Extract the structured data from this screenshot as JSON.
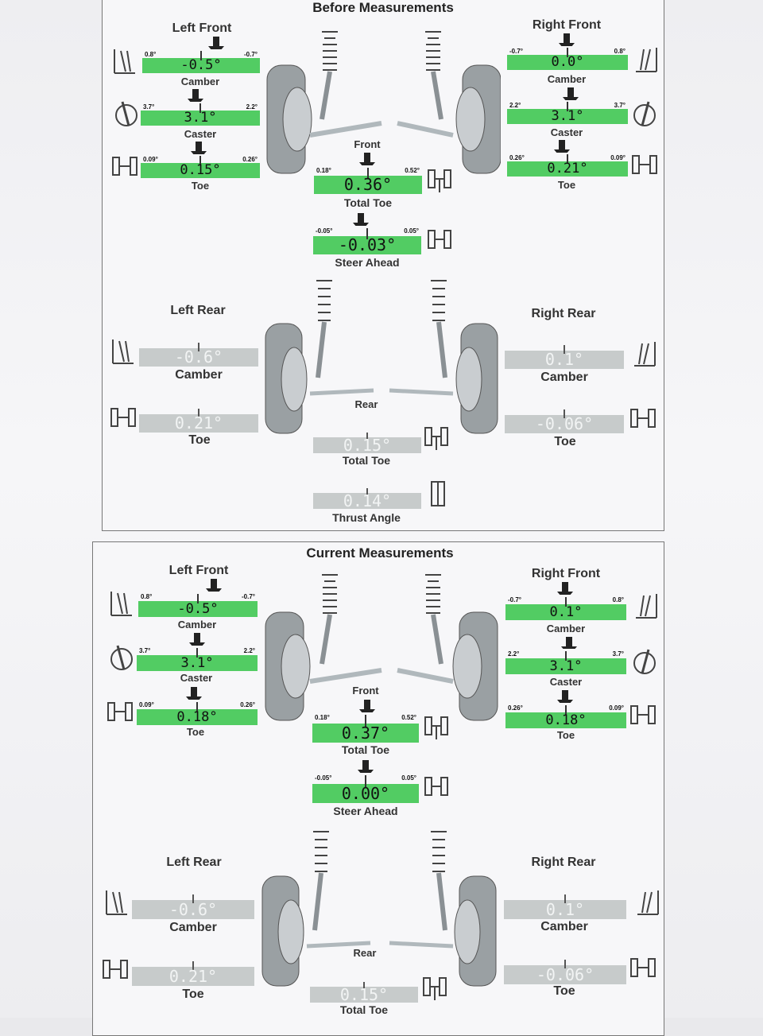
{
  "before": {
    "title": "Before Measurements",
    "left_front": {
      "label": "Left Front",
      "camber": {
        "min": "0.8°",
        "value": "-0.5°",
        "max": "-0.7°",
        "caption": "Camber"
      },
      "caster": {
        "min": "3.7°",
        "value": "3.1°",
        "max": "2.2°",
        "caption": "Caster"
      },
      "toe": {
        "min": "0.09°",
        "value": "0.15°",
        "max": "0.26°",
        "caption": "Toe"
      }
    },
    "right_front": {
      "label": "Right Front",
      "camber": {
        "min": "-0.7°",
        "value": "0.0°",
        "max": "0.8°",
        "caption": "Camber"
      },
      "caster": {
        "min": "2.2°",
        "value": "3.1°",
        "max": "3.7°",
        "caption": "Caster"
      },
      "toe": {
        "min": "0.26°",
        "value": "0.21°",
        "max": "0.09°",
        "caption": "Toe"
      }
    },
    "front_label": "Front",
    "total_toe": {
      "min": "0.18°",
      "value": "0.36°",
      "max": "0.52°",
      "caption": "Total Toe"
    },
    "steer_ahead": {
      "min": "-0.05°",
      "value": "-0.03°",
      "max": "0.05°",
      "caption": "Steer Ahead"
    },
    "left_rear": {
      "label": "Left Rear",
      "camber": {
        "value": "-0.6°",
        "caption": "Camber"
      },
      "toe": {
        "value": "0.21°",
        "caption": "Toe"
      }
    },
    "right_rear": {
      "label": "Right Rear",
      "camber": {
        "value": "0.1°",
        "caption": "Camber"
      },
      "toe": {
        "value": "-0.06°",
        "caption": "Toe"
      }
    },
    "rear_label": "Rear",
    "rear_total_toe": {
      "value": "0.15°",
      "caption": "Total Toe"
    },
    "thrust_angle": {
      "value": "0.14°",
      "caption": "Thrust Angle"
    }
  },
  "current": {
    "title": "Current Measurements",
    "left_front": {
      "label": "Left Front",
      "camber": {
        "min": "0.8°",
        "value": "-0.5°",
        "max": "-0.7°",
        "caption": "Camber"
      },
      "caster": {
        "min": "3.7°",
        "value": "3.1°",
        "max": "2.2°",
        "caption": "Caster"
      },
      "toe": {
        "min": "0.09°",
        "value": "0.18°",
        "max": "0.26°",
        "caption": "Toe"
      }
    },
    "right_front": {
      "label": "Right Front",
      "camber": {
        "min": "-0.7°",
        "value": "0.1°",
        "max": "0.8°",
        "caption": "Camber"
      },
      "caster": {
        "min": "2.2°",
        "value": "3.1°",
        "max": "3.7°",
        "caption": "Caster"
      },
      "toe": {
        "min": "0.26°",
        "value": "0.18°",
        "max": "0.09°",
        "caption": "Toe"
      }
    },
    "front_label": "Front",
    "total_toe": {
      "min": "0.18°",
      "value": "0.37°",
      "max": "0.52°",
      "caption": "Total Toe"
    },
    "steer_ahead": {
      "min": "-0.05°",
      "value": "0.00°",
      "max": "0.05°",
      "caption": "Steer Ahead"
    },
    "left_rear": {
      "label": "Left Rear",
      "camber": {
        "value": "-0.6°",
        "caption": "Camber"
      },
      "toe": {
        "value": "0.21°",
        "caption": "Toe"
      }
    },
    "right_rear": {
      "label": "Right Rear",
      "camber": {
        "value": "0.1°",
        "caption": "Camber"
      },
      "toe": {
        "value": "-0.06°",
        "caption": "Toe"
      }
    },
    "rear_label": "Rear",
    "rear_total_toe": {
      "value": "0.15°",
      "caption": "Total Toe"
    }
  },
  "colors": {
    "in_spec": "#52cc63",
    "no_spec": "#c7cbcb"
  }
}
